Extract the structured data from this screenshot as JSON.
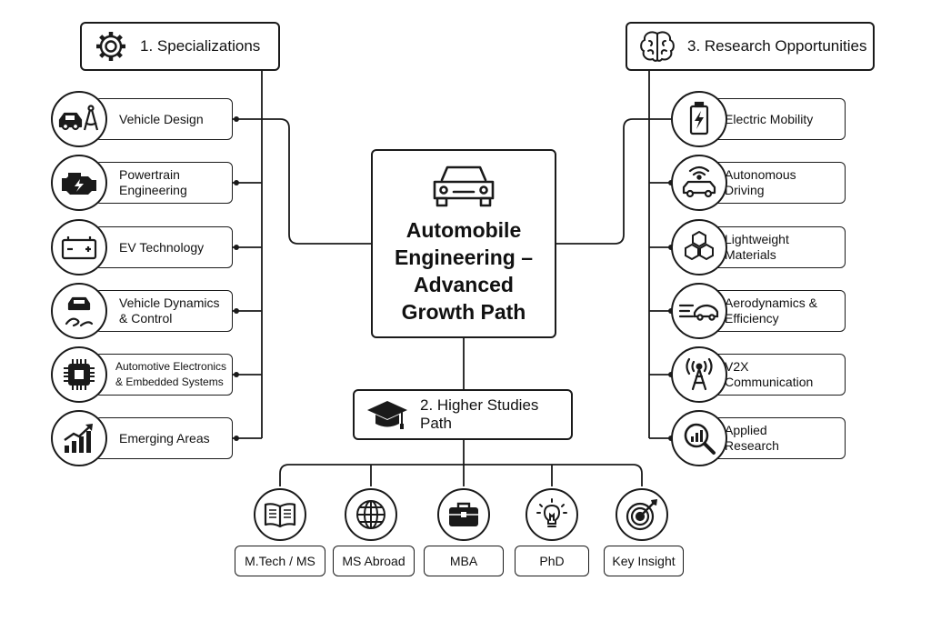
{
  "center": {
    "title": "Automobile\nEngineering –\nAdvanced\nGrowth Path",
    "icon": "car-front-icon"
  },
  "specializations": {
    "heading": "1. Specializations",
    "icon": "gear-icon",
    "items": [
      {
        "label": "Vehicle Design",
        "icon": "car-compass-icon"
      },
      {
        "label": "Powertrain\nEngineering",
        "icon": "engine-icon"
      },
      {
        "label": "EV Technology",
        "icon": "battery-icon"
      },
      {
        "label": "Vehicle Dynamics\n& Control",
        "icon": "car-road-icon"
      },
      {
        "label": "Automotive Electronics\n& Embedded Systems",
        "icon": "chip-icon"
      },
      {
        "label": "Emerging Areas",
        "icon": "growth-chart-icon"
      }
    ]
  },
  "research": {
    "heading": "3. Research Opportunities",
    "icon": "brain-icon",
    "items": [
      {
        "label": "Electric Mobility",
        "icon": "charging-battery-icon"
      },
      {
        "label": "Autonomous\nDriving",
        "icon": "autonomous-car-icon"
      },
      {
        "label": "Lightweight\nMaterials",
        "icon": "hexagon-structure-icon"
      },
      {
        "label": "Aerodynamics &\nEfficiency",
        "icon": "aero-car-icon"
      },
      {
        "label": "V2X\nCommunication",
        "icon": "antenna-tower-icon"
      },
      {
        "label": "Applied\nResearch",
        "icon": "magnifier-chart-icon"
      }
    ]
  },
  "higher_studies": {
    "heading": "2. Higher Studies Path",
    "icon": "graduation-cap-icon",
    "items": [
      {
        "label": "M.Tech / MS",
        "icon": "open-book-icon"
      },
      {
        "label": "MS Abroad",
        "icon": "globe-icon"
      },
      {
        "label": "MBA",
        "icon": "briefcase-icon"
      },
      {
        "label": "PhD",
        "icon": "lightbulb-icon"
      },
      {
        "label": "Key Insight",
        "icon": "target-icon"
      }
    ]
  }
}
